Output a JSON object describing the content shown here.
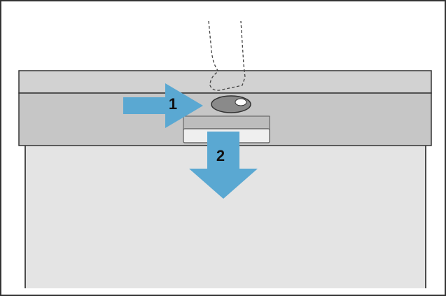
{
  "steps": [
    {
      "number": "1",
      "direction": "right",
      "action": "press-latch"
    },
    {
      "number": "2",
      "direction": "down",
      "action": "pull-panel"
    }
  ],
  "colors": {
    "frame": "#333333",
    "countertop": "#d2d2d2",
    "panel": "#c6c6c6",
    "door": "#e4e4e4",
    "arrow": "#5aa8d2",
    "handle": "#efefef",
    "latch": "#8a8a8a",
    "finger_outline": "#444444"
  },
  "icons": [
    "arrow-right-icon",
    "arrow-down-icon",
    "latch-icon",
    "finger-icon"
  ]
}
